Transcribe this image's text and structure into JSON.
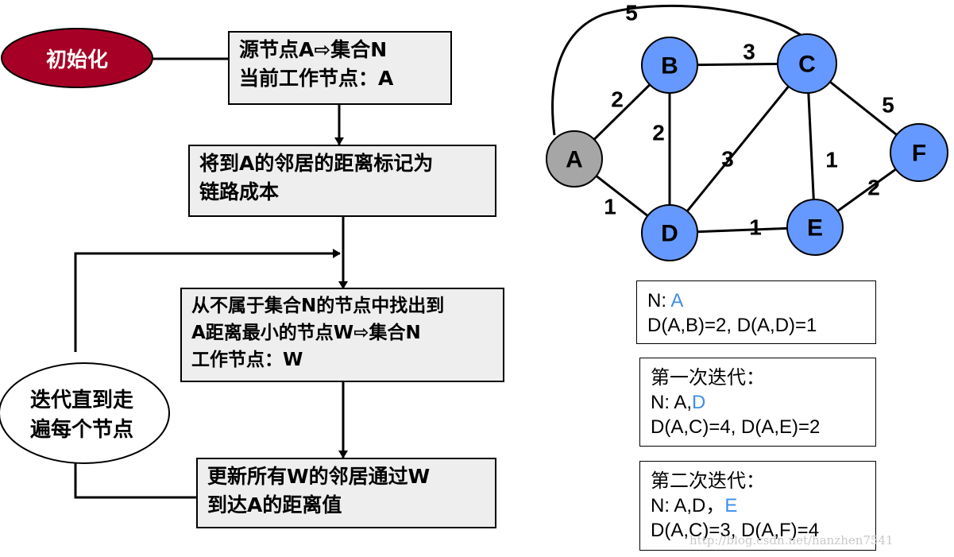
{
  "flowchart": {
    "init_label": "初始化",
    "loop_label": "迭代直到走遍每个节点",
    "steps": [
      "源节点A⇨集合N\n当前工作节点：A",
      "将到A的邻居的距离标记为\n链路成本",
      "从不属于集合N的节点中找出到\nA距离最小的节点W⇨集合N\n工作节点：W",
      "更新所有W的邻居通过W\n到达A的距离值"
    ]
  },
  "graph": {
    "nodes": [
      {
        "id": "A",
        "label": "A",
        "color": "#a6a6a6"
      },
      {
        "id": "B",
        "label": "B",
        "color": "#6699ff"
      },
      {
        "id": "C",
        "label": "C",
        "color": "#6699ff"
      },
      {
        "id": "D",
        "label": "D",
        "color": "#6699ff"
      },
      {
        "id": "E",
        "label": "E",
        "color": "#6699ff"
      },
      {
        "id": "F",
        "label": "F",
        "color": "#6699ff"
      }
    ],
    "edges": [
      {
        "from": "A",
        "to": "B",
        "weight": "2"
      },
      {
        "from": "A",
        "to": "D",
        "weight": "1"
      },
      {
        "from": "A",
        "to": "C",
        "weight": "5"
      },
      {
        "from": "B",
        "to": "C",
        "weight": "3"
      },
      {
        "from": "B",
        "to": "D",
        "weight": "2"
      },
      {
        "from": "C",
        "to": "D",
        "weight": "3"
      },
      {
        "from": "C",
        "to": "E",
        "weight": "1"
      },
      {
        "from": "C",
        "to": "F",
        "weight": "5"
      },
      {
        "from": "D",
        "to": "E",
        "weight": "1"
      },
      {
        "from": "E",
        "to": "F",
        "weight": "2"
      }
    ]
  },
  "info_boxes": [
    {
      "title": "",
      "n_prefix": "N: ",
      "n_highlight": "A",
      "distances": "D(A,B)=2,  D(A,D)=1"
    },
    {
      "title": "第一次迭代：",
      "n_prefix": "N: A,",
      "n_highlight": "D",
      "distances": "D(A,C)=4,  D(A,E)=2"
    },
    {
      "title": "第二次迭代：",
      "n_prefix": "N: A,D，",
      "n_highlight": "E",
      "distances": "D(A,C)=3,  D(A,F)=4"
    }
  ],
  "highlight_color": "#3f8ee8",
  "watermark": "http://blog.csdn.net/hanzhen7541"
}
